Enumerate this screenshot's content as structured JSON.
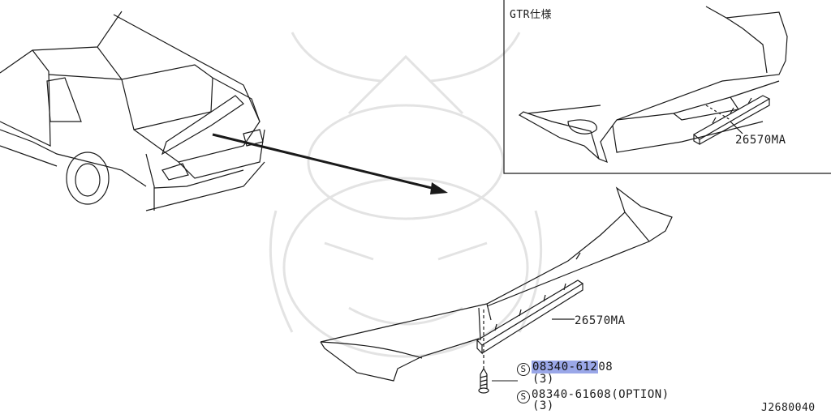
{
  "inset": {
    "title": "GTR仕様",
    "part_label": "26570MA"
  },
  "main": {
    "part_label": "26570MA",
    "screw1": {
      "symbol": "S",
      "number_highlighted": "08340-612",
      "number_rest": "08",
      "qty": "(3)"
    },
    "screw2": {
      "symbol": "S",
      "number": "08340-61608",
      "note": "(OPTION)",
      "qty": "(3)"
    }
  },
  "ref_code": "J2680040",
  "colors": {
    "line": "#1a1a1a",
    "highlight": "#9aa7e8",
    "watermark": "#e2e2e2"
  }
}
